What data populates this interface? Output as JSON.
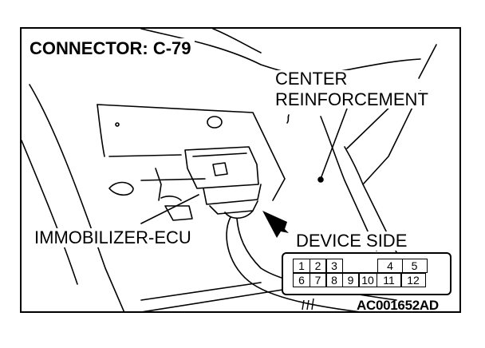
{
  "title": "CONNECTOR: C-79",
  "labels": {
    "center_line1": "CENTER",
    "center_line2": "REINFORCEMENT",
    "immobilizer": "IMMOBILIZER-ECU",
    "device_side": "DEVICE SIDE",
    "figure_code": "AC001652AD"
  },
  "connector": {
    "top_row": [
      "1",
      "2",
      "3",
      "",
      "4",
      "5"
    ],
    "bottom_row": [
      "6",
      "7",
      "8",
      "9",
      "10",
      "11",
      "12"
    ]
  },
  "colors": {
    "line": "#000000",
    "background": "#ffffff"
  }
}
